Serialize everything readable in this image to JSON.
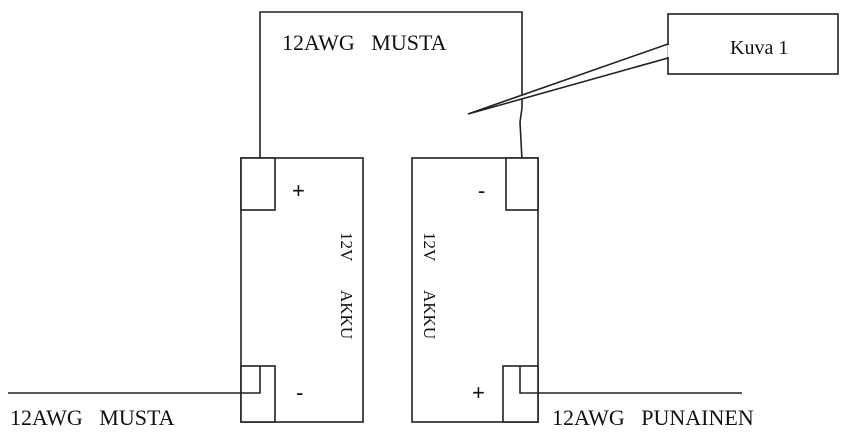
{
  "labels": {
    "top_wire": "12AWG   MUSTA",
    "bottom_left_wire": "12AWG   MUSTA",
    "bottom_right_wire": "12AWG   PUNAINEN",
    "callout": "Kuva 1"
  },
  "batteries": [
    {
      "voltage": "12V",
      "name": "AKKU",
      "top_sign": "+",
      "bottom_sign": "-"
    },
    {
      "voltage": "12V",
      "name": "AKKU",
      "top_sign": "-",
      "bottom_sign": "+"
    }
  ],
  "colors": {
    "line": "#222222",
    "text": "#111111",
    "background": "#ffffff"
  }
}
